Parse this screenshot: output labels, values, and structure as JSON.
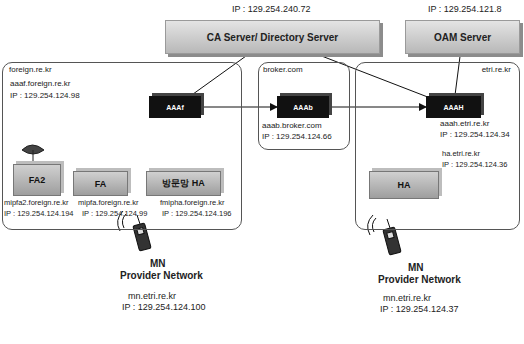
{
  "diagram": {
    "nodes": [
      {
        "text": [
          "CA Server/ Directory Server"
        ]
      },
      {
        "text": [
          "OAM Server"
        ]
      },
      {
        "text": [
          "foreign.re.kr"
        ]
      },
      {
        "text": [
          "AAAf"
        ],
        "in": 2
      },
      {
        "text": [
          "FA2"
        ],
        "in": 2
      },
      {
        "text": [
          "FA"
        ],
        "in": 2
      },
      {
        "text": [
          "방문망 HA"
        ],
        "in": 2
      },
      {
        "text": [
          "broker.com"
        ]
      },
      {
        "text": [
          "AAAb"
        ],
        "in": 7
      },
      {
        "text": [
          "etri.re.kr"
        ]
      },
      {
        "text": [
          "AAAH"
        ],
        "in": 9
      },
      {
        "text": [
          "HA"
        ],
        "in": 9
      }
    ],
    "edges": [
      {
        "from": 0,
        "to": 3,
        "arrow": "none"
      },
      {
        "from": 0,
        "to": 10,
        "arrow": "none"
      },
      {
        "from": 1,
        "to": 10,
        "arrow": "none"
      },
      {
        "from": 3,
        "to": 8,
        "arrow": "to"
      },
      {
        "from": 8,
        "to": 10,
        "arrow": "to"
      }
    ],
    "labels": [
      "IP : 129.254.240.72",
      "IP : 129.254.121.8",
      "aaaf.foreign.re.kr",
      "IP : 129.254.124.98",
      "mipfa2.foreign.re.kr",
      "IP : 129.254.124.194",
      "mipfa.foreign.re.kr",
      "IP : 129.254.124.99",
      "fmipha.foreign.re.kr",
      "IP : 129.254.124.196",
      "aaab.broker.com",
      "IP : 129.254.124.66",
      "aaah.etri.re.kr",
      "IP : 129.254.124.34",
      "ha.etri.re.kr",
      "IP : 129.254.124.36",
      "MN",
      "Provider Network",
      "mn.etri.re.kr",
      "IP : 129.254.124.100",
      "MN",
      "Provider Network",
      "mn.etri.re.kr",
      "IP : 129.254.124.37"
    ]
  }
}
